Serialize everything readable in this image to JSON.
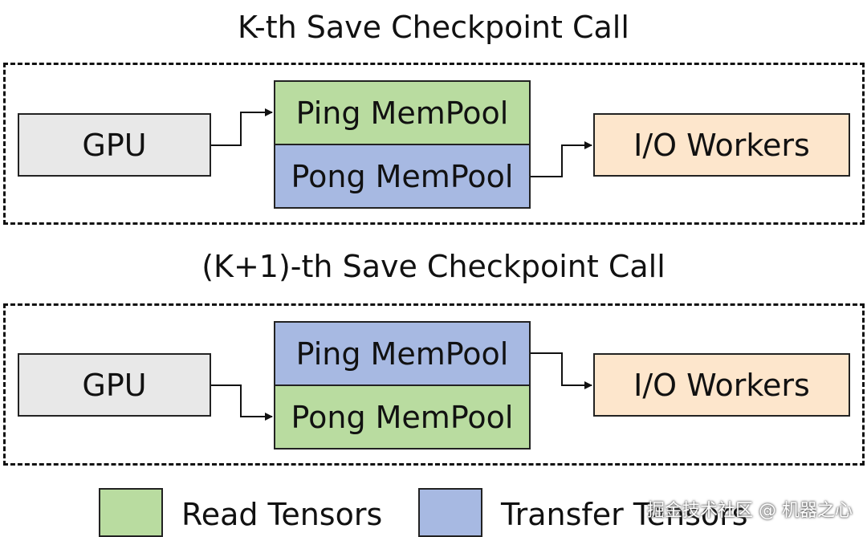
{
  "panels": [
    {
      "title": "K-th Save Checkpoint Call",
      "gpu_label": "GPU",
      "top_pool": {
        "label": "Ping MemPool",
        "role": "read"
      },
      "bottom_pool": {
        "label": "Pong MemPool",
        "role": "transfer"
      },
      "io_label": "I/O Workers"
    },
    {
      "title": "(K+1)-th Save Checkpoint Call",
      "gpu_label": "GPU",
      "top_pool": {
        "label": "Ping MemPool",
        "role": "transfer"
      },
      "bottom_pool": {
        "label": "Pong MemPool",
        "role": "read"
      },
      "io_label": "I/O Workers"
    }
  ],
  "legend": [
    {
      "label": "Read Tensors",
      "color": "#b9dca0"
    },
    {
      "label": "Transfer Tensors",
      "color": "#a7b9e2"
    }
  ],
  "colors": {
    "gpu": "#e8e8e8",
    "io_workers": "#fde6cc",
    "read": "#b9dca0",
    "transfer": "#a7b9e2"
  },
  "watermark": "掘金技术社区 @ 机器之心"
}
